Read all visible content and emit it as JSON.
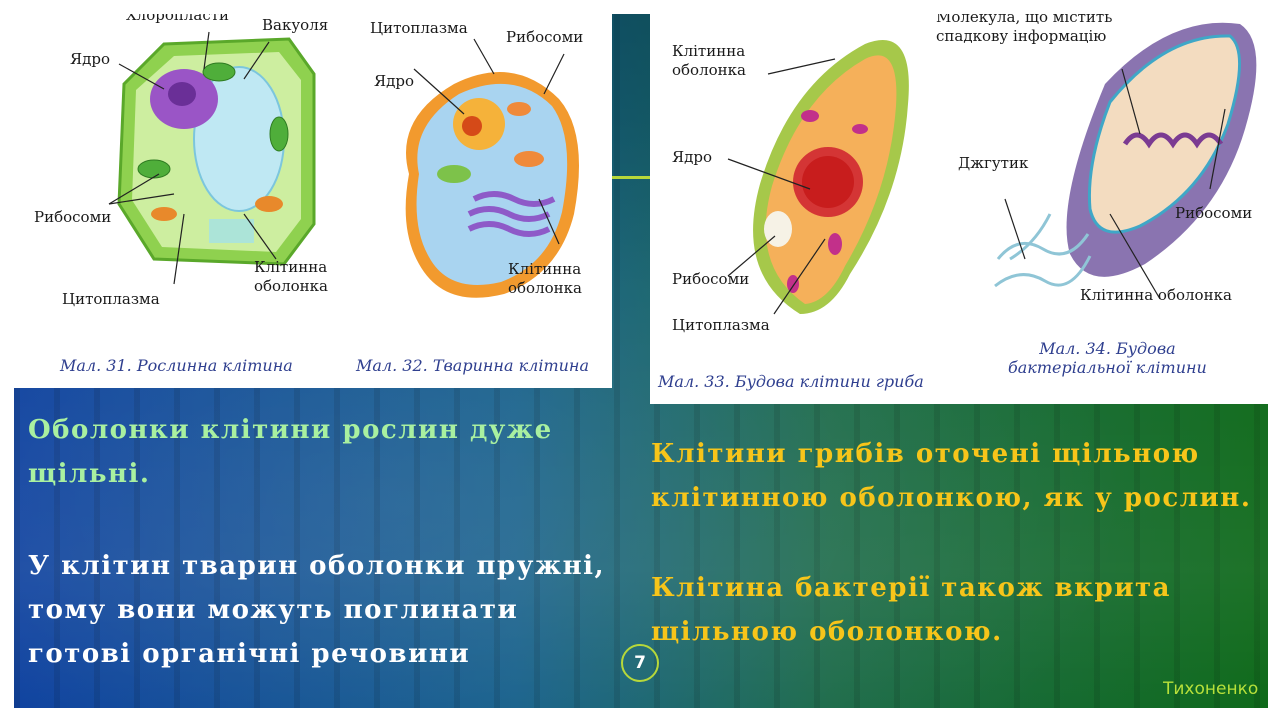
{
  "slide": {
    "page_number": "7",
    "author": "Тихоненко"
  },
  "figures": {
    "plant": {
      "labels": {
        "chloroplasts": "Хлоропласти",
        "vacuole": "Вакуоля",
        "nucleus": "Ядро",
        "ribosomes": "Рибосоми",
        "cell_wall": "Клітинна\nоболонка",
        "cytoplasm": "Цитоплазма"
      },
      "caption": "Мал. 31. Рослинна клітина"
    },
    "animal": {
      "labels": {
        "cytoplasm": "Цитоплазма",
        "ribosomes": "Рибосоми",
        "nucleus": "Ядро",
        "cell_wall": "Клітинна\nоболонка"
      },
      "caption": "Мал. 32. Тваринна клітина"
    },
    "fungus": {
      "labels": {
        "cell_wall": "Клітинна\nоболонка",
        "nucleus": "Ядро",
        "ribosomes": "Рибосоми",
        "cytoplasm": "Цитоплазма"
      },
      "caption": "Мал. 33. Будова клітини гриба"
    },
    "bacteria": {
      "labels": {
        "dna": "Молекула, що містить\nспадкову інформацію",
        "flagellum": "Джгутик",
        "ribosomes": "Рибосоми",
        "cell_wall": "Клітинна оболонка"
      },
      "caption": "Мал. 34. Будова\nбактеріальної клітини"
    }
  },
  "text": {
    "plant_walls": "Оболонки клітини рослин дуже щільні.",
    "animal_walls": "У клітин тварин оболонки пружні, тому вони можуть поглинати готові органічні речовини",
    "fungi_walls": "Клітини грибів оточені щільною клітинною оболонкою, як у рослин.",
    "bacteria_walls": "Клітина бактерії також вкрита щільною оболонкою."
  },
  "colors": {
    "green_text": "#a9f0a0",
    "yellow_text": "#f7c51a",
    "accent": "#b7d83a"
  }
}
